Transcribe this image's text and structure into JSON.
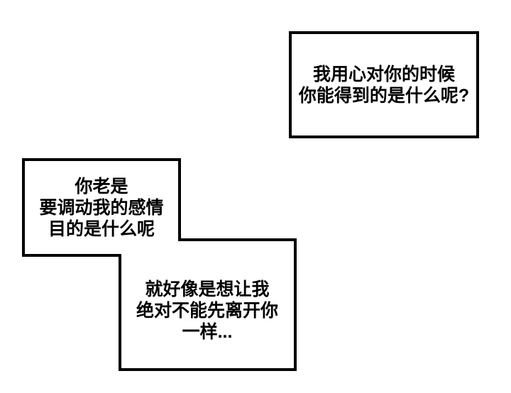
{
  "page": {
    "background_color": "#ffffff",
    "ink_color": "#000000",
    "text_color": "#000000"
  },
  "bubbles": [
    {
      "name": "top-right",
      "lines": [
        "我用心对你的时候",
        "你能得到的是什么呢?"
      ]
    },
    {
      "name": "middle-left",
      "lines": [
        "你老是",
        "要调动我的感情",
        "目的是什么呢"
      ]
    },
    {
      "name": "bottom-center",
      "lines": [
        "就好像是想让我",
        "绝对不能先离开你",
        "一样..."
      ]
    }
  ]
}
